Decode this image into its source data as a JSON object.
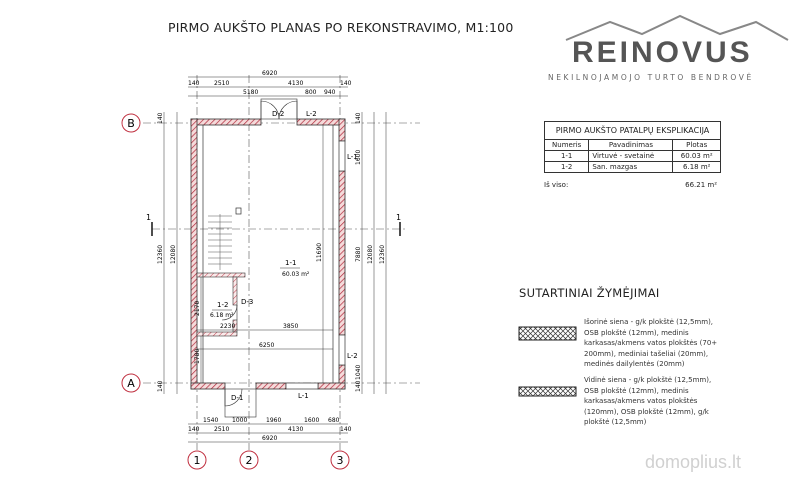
{
  "plan": {
    "title": "PIRMO AUKŠTO PLANAS PO REKONSTRAVIMO, M1:100",
    "dims_top_row1": [
      "6920"
    ],
    "dims_top_row2": [
      "140",
      "2510",
      "4130",
      "140"
    ],
    "dims_top_row3": [
      "5180",
      "800",
      "940"
    ],
    "dims_bottom_row1": [
      "1540",
      "1000",
      "1960",
      "1600",
      "680"
    ],
    "dims_bottom_row2": [
      "140",
      "2510",
      "4130",
      "140"
    ],
    "dims_bottom_row3": [
      "6920"
    ],
    "dims_left_outer": [
      "140",
      "12360",
      "140"
    ],
    "dims_left_inner": [
      "12080"
    ],
    "dims_right_outer": [
      "140",
      "1600",
      "7880",
      "1040",
      "140"
    ],
    "dims_right_inner": [
      "12080",
      "12360"
    ],
    "dims_inner": [
      "2230",
      "3850",
      "6250",
      "11690",
      "2170",
      "1780"
    ],
    "axes_rows": [
      "B",
      "A"
    ],
    "axes_cols": [
      "1",
      "2",
      "3"
    ],
    "section_marks": [
      "1",
      "1"
    ],
    "windows": [
      "L-2",
      "L-1",
      "L-2",
      "L-1"
    ],
    "doors": [
      "D-2",
      "D-3",
      "D-1"
    ],
    "rooms": [
      {
        "id": "1-1",
        "area": "60.03 m²"
      },
      {
        "id": "1-2",
        "area": "6.18 m²"
      }
    ]
  },
  "logo": {
    "name": "REINOVUS",
    "tagline": "NEKILNOJAMOJO TURTO BENDROVĖ"
  },
  "explication": {
    "title": "PIRMO AUKŠTO PATALPŲ EKSPLIKACIJA",
    "headers": [
      "Numeris",
      "Pavadinimas",
      "Plotas"
    ],
    "rows": [
      [
        "1-1",
        "Virtuvė - svetainė",
        "60.03 m²"
      ],
      [
        "1-2",
        "San. mazgas",
        "6.18 m²"
      ]
    ],
    "total_label": "Iš viso:",
    "total_value": "66.21 m²"
  },
  "legend": {
    "title": "SUTARTINIAI ŽYMĖJIMAI",
    "items": [
      {
        "lines": [
          "Išorinė siena - g/k plokštė (12,5mm),",
          "OSB plokštė (12mm), medinis",
          "karkasas/akmens vatos plokštės (70+",
          "200mm), mediniai tašeliai (20mm),",
          "medinės dailylentės (20mm)"
        ]
      },
      {
        "lines": [
          "Vidinė siena - g/k plokštė (12,5mm),",
          "OSB plokštė (12mm), medinis",
          "karkasas/akmens vatos plokštės",
          "(120mm), OSB plokštė (12mm), g/k",
          "plokštė (12,5mm)"
        ]
      }
    ]
  },
  "watermark": "domoplius.lt",
  "colors": {
    "wall_hatch": "#b0283a",
    "line": "#333333"
  }
}
